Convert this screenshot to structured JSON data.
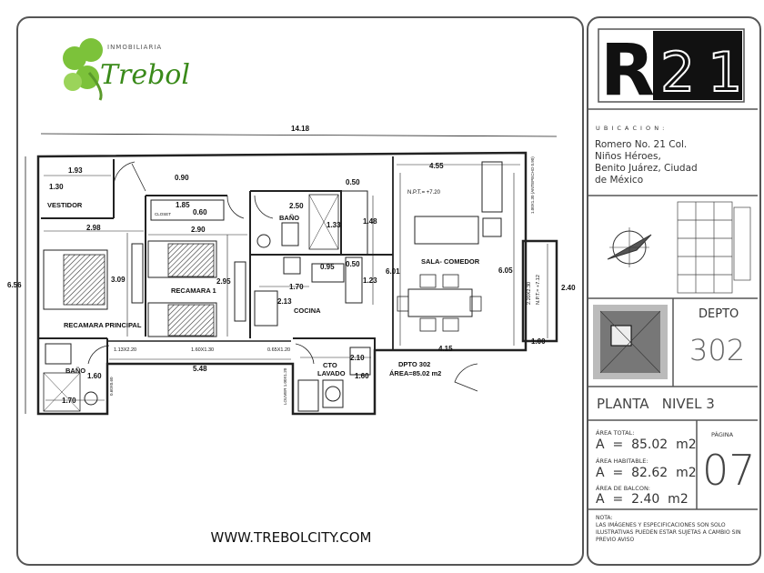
{
  "logo": {
    "brand_top": "INMOBILIARIA",
    "brand_name": "Trebol",
    "color": "#7cc23a"
  },
  "project_logo": {
    "letter": "R",
    "number": "21"
  },
  "location": {
    "heading": "U B I C A C I O N :",
    "lines": [
      "Romero No. 21 Col.",
      "Niños Héroes,",
      "Benito Juárez, Ciudad",
      "de México"
    ]
  },
  "unit": {
    "label": "DEPTO",
    "number": "302"
  },
  "plan_level": "PLANTA   NIVEL 3",
  "areas": {
    "total_label": "ÁREA TOTAL:",
    "total_value": "A  =  85.02  m2",
    "habitable_label": "ÁREA HABITABLE:",
    "habitable_value": "A  =  82.62  m2",
    "balcony_label": "ÁREA DE BALCON:",
    "balcony_value": "A  =  2.40  m2"
  },
  "page": {
    "label": "PÁGINA",
    "number": "07"
  },
  "note": {
    "title": "NOTA:",
    "text": "LAS IMÁGENES Y ESPECIFICACIONES SON SOLO ILUSTRATIVAS PUEDEN ESTAR SUJETAS A CAMBIO SIN PREVIO AVISO"
  },
  "website": "WWW.TREBOLCITY.COM",
  "plan": {
    "rooms": {
      "vestidor": "VESTIDOR",
      "recamara_principal": "RECAMARA PRINCIPAL",
      "recamara_1": "RECAMARA 1",
      "bano_center": "BAÑO",
      "bano_left": "BAÑO",
      "cocina": "COCINA",
      "sala": "SALA- COMEDOR",
      "lavado_1": "CTO",
      "lavado_2": "LAVADO",
      "dpto": "DPTO 302",
      "dpto_area": "ÁREA=85.02 m2",
      "closet": "CLOSET"
    },
    "dims": {
      "total_width": "14.18",
      "total_height": "6.56",
      "d193": "1.93",
      "d130": "1.30",
      "d090": "0.90",
      "d185": "1.85",
      "d060": "0.60",
      "d290": "2.90",
      "d298": "2.98",
      "d309": "3.09",
      "d295": "2.95",
      "d250": "2.50",
      "d133": "1.33",
      "d050a": "0.50",
      "d148": "1.48",
      "d095": "0.95",
      "d050b": "0.50",
      "d123": "1.23",
      "d170": "1.70",
      "d213": "2.13",
      "d601": "6.01",
      "d605": "6.05",
      "d455": "4.55",
      "d415": "4.15",
      "d100": "1.00",
      "d240": "2.40",
      "d548": "5.48",
      "d210": "2.10",
      "d160a": "1.60",
      "d160b": "1.60",
      "d170b": "1.70"
    },
    "windows": {
      "w1": "1.13X2.20",
      "w2": "1.60X1.30",
      "w3": "0.65X1.20",
      "w4": "1.00X1.30 (ANTEPECHO 0.90)",
      "w5": "2.20X2.30",
      "w6": "0.60X0.60",
      "w7": "LOUVER 1.00X1.20"
    },
    "levels": {
      "npt1": "N.P.T.= +7.20",
      "npt2": "N.P.T.= +7.12"
    }
  }
}
